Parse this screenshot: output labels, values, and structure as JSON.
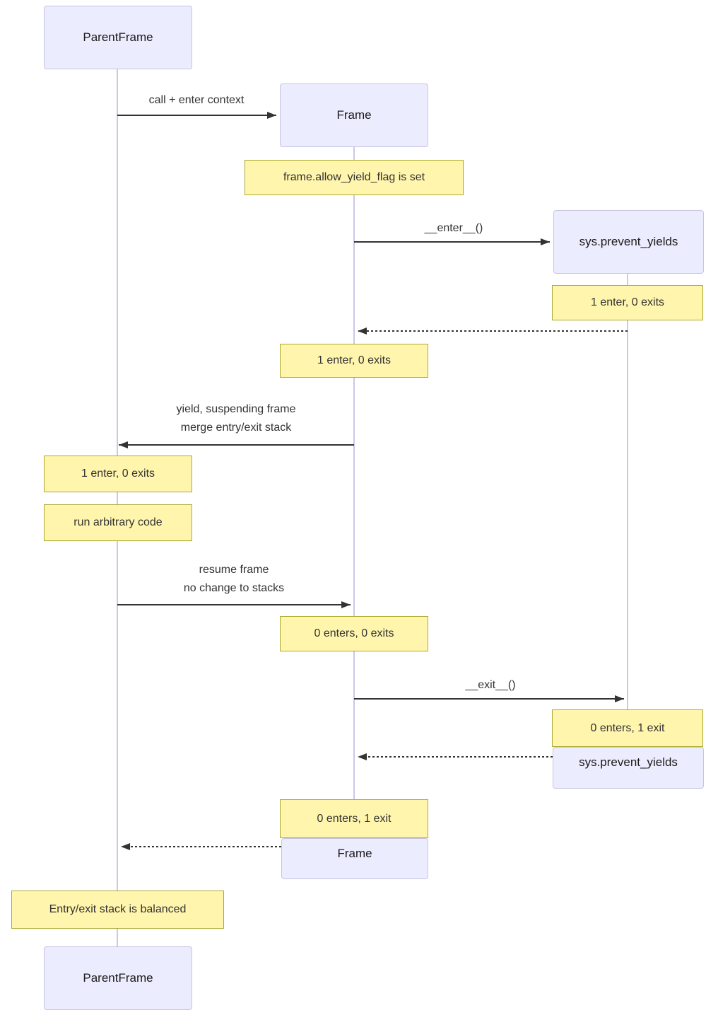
{
  "participants": {
    "parent_top": "ParentFrame",
    "frame_top": "Frame",
    "sys_top": "sys.prevent_yields",
    "sys_end": "sys.prevent_yields",
    "frame_end": "Frame",
    "parent_bottom": "ParentFrame"
  },
  "messages": {
    "m1": {
      "label": "call + enter context",
      "type": "solid-arrow"
    },
    "m2": {
      "label": "__enter__()",
      "type": "solid-arrow"
    },
    "m3": {
      "label": "",
      "type": "dotted-arrow"
    },
    "m4": {
      "line1": "yield, suspending frame",
      "line2": "merge entry/exit stack",
      "type": "solid-arrow"
    },
    "m5": {
      "line1": "resume frame",
      "line2": "no change to stacks",
      "type": "solid-arrow"
    },
    "m6": {
      "label": "__exit__()",
      "type": "solid-arrow"
    },
    "m7": {
      "label": "",
      "type": "dotted-arrow"
    },
    "m8": {
      "label": "",
      "type": "dotted-arrow"
    }
  },
  "notes": {
    "n1": "frame.allow_yield_flag is set",
    "n2": "1 enter, 0 exits",
    "n3": "1 enter, 0 exits",
    "n4": "1 enter, 0 exits",
    "n5": "run arbitrary code",
    "n6": "0 enters, 0 exits",
    "n7": "0 enters, 1 exit",
    "n8": "0 enters, 1 exit",
    "n9": "Entry/exit stack is balanced"
  },
  "colors": {
    "actor_fill": "#ECECFF",
    "actor_border": "#c8c3e2",
    "actor_text": "#1a1a1a",
    "note_fill": "#fff5ad",
    "note_border": "#aaaa33",
    "lifeline": "#cfc6e8",
    "arrow": "#333333",
    "label_text": "#333333"
  }
}
